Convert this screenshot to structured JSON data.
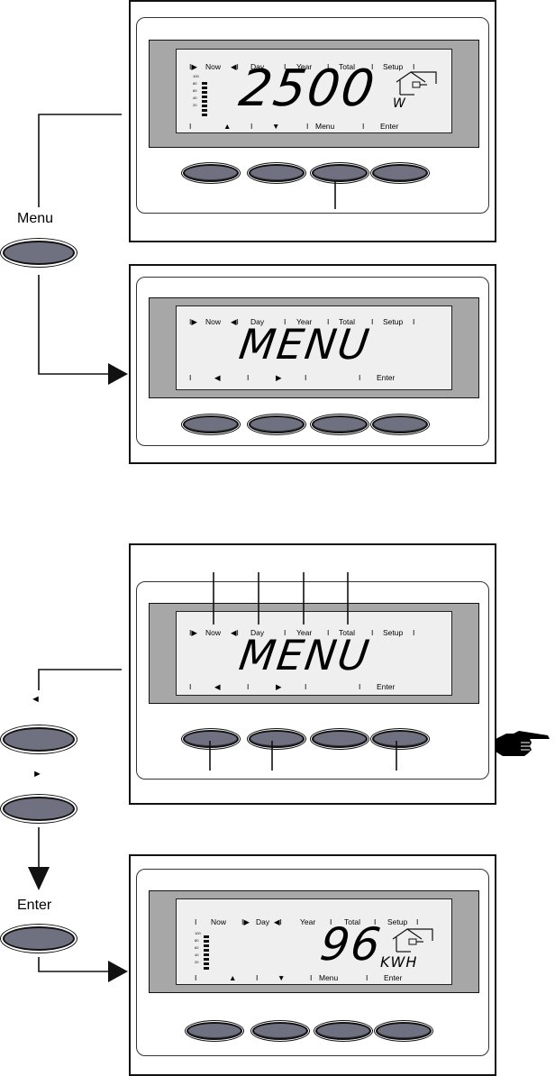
{
  "header_labels": {
    "now": "Now",
    "day": "Day",
    "year": "Year",
    "total": "Total",
    "setup": "Setup",
    "menu": "Menu",
    "enter": "Enter"
  },
  "steps": {
    "menu_label": "Menu",
    "enter_label": "Enter",
    "left_arrow_glyph": "◄",
    "right_arrow_glyph": "►"
  },
  "displays": {
    "power": {
      "value": "2500",
      "unit": "W"
    },
    "menu1": {
      "value": "MENU"
    },
    "menu2": {
      "value": "MENU"
    },
    "energy": {
      "value": "96",
      "unit": "KWH"
    }
  },
  "bar_scale": [
    "100",
    "80",
    "60",
    "40",
    "20"
  ],
  "colors": {
    "button": "#6f7181",
    "lcd_frame": "#a7a7a7",
    "lcd": "#efefef"
  },
  "icons": [
    "house-grid-icon",
    "pointing-hand-icon"
  ]
}
